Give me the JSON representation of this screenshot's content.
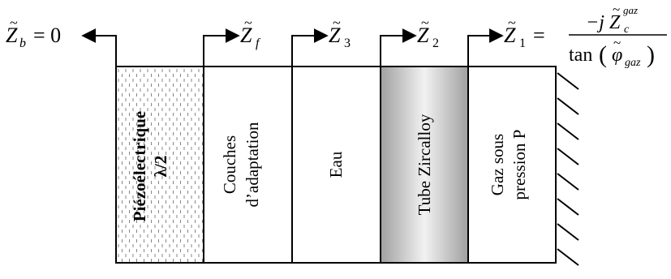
{
  "layers": [
    {
      "label_lines": [
        "Piézoélectrique",
        "λ/2"
      ],
      "bold": true,
      "fill": "dotted"
    },
    {
      "label_lines": [
        "Couches",
        "d’adaptation"
      ],
      "bold": false,
      "fill": "#ffffff"
    },
    {
      "label_lines": [
        "Eau"
      ],
      "bold": false,
      "fill": "#ffffff"
    },
    {
      "label_lines": [
        "Tube Zircalloy"
      ],
      "bold": false,
      "fill": "gradient"
    },
    {
      "label_lines": [
        "Gaz  sous",
        "pression P"
      ],
      "bold": false,
      "fill": "#ffffff"
    }
  ],
  "impedances": {
    "zb": {
      "base": "Z",
      "sub": "b",
      "rhs": "= 0"
    },
    "zf": {
      "base": "Z",
      "sub": "f"
    },
    "z3": {
      "base": "Z",
      "sub": "3"
    },
    "z2": {
      "base": "Z",
      "sub": "2"
    },
    "z1": {
      "base": "Z",
      "sub": "1",
      "eq": "=",
      "num_prefix": "−j",
      "num_base": "Z",
      "num_sub": "c",
      "num_sup": "gaz",
      "den_func": "tan",
      "den_base": "φ",
      "den_sub": "gaz"
    }
  },
  "colors": {
    "stroke": "#000000",
    "tube_dark": "#9a9a9a",
    "tube_light": "#f4f4f4"
  }
}
